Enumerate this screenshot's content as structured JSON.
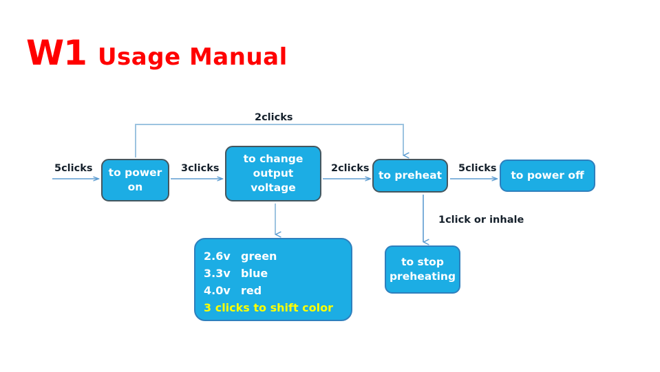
{
  "title": {
    "model": "W1",
    "text": "Usage Manual",
    "color": "#FF0000"
  },
  "colors": {
    "node_fill": "#1CADE4",
    "node_border_dark": "#45565E",
    "node_border_blue": "#2E7FBD",
    "arrow": "#4A90C4",
    "label_text": "#15202B",
    "highlight_text": "#FFFF00",
    "background": "#FFFFFF"
  },
  "flowchart": {
    "type": "diagram",
    "nodes": [
      {
        "id": "power-on",
        "label": "to power on"
      },
      {
        "id": "change-v",
        "label": "to change output voltage"
      },
      {
        "id": "preheat",
        "label": "to preheat"
      },
      {
        "id": "power-off",
        "label": "to power off"
      },
      {
        "id": "stop",
        "label": "to stop preheating"
      }
    ],
    "edges": [
      {
        "from": "start",
        "to": "power-on",
        "label": "5clicks"
      },
      {
        "from": "power-on",
        "to": "change-v",
        "label": "3clicks"
      },
      {
        "from": "change-v",
        "to": "preheat",
        "label": "2clicks"
      },
      {
        "from": "preheat",
        "to": "power-off",
        "label": "5clicks"
      },
      {
        "from": "power-on",
        "to": "preheat",
        "label": "2clicks"
      },
      {
        "from": "preheat",
        "to": "stop",
        "label": "1click or inhale"
      },
      {
        "from": "change-v",
        "to": "voltages",
        "label": ""
      }
    ],
    "labels": {
      "clicks_5_in": "5clicks",
      "clicks_3": "3clicks",
      "clicks_2_mid": "2clicks",
      "clicks_5_off": "5clicks",
      "clicks_2_top": "2clicks",
      "one_click": "1click or inhale"
    },
    "voltages": {
      "rows": [
        {
          "value": "2.6v",
          "color_name": "green"
        },
        {
          "value": "3.3v",
          "color_name": "blue"
        },
        {
          "value": "4.0v",
          "color_name": "red"
        }
      ],
      "shift_note": "3 clicks to shift color"
    }
  }
}
